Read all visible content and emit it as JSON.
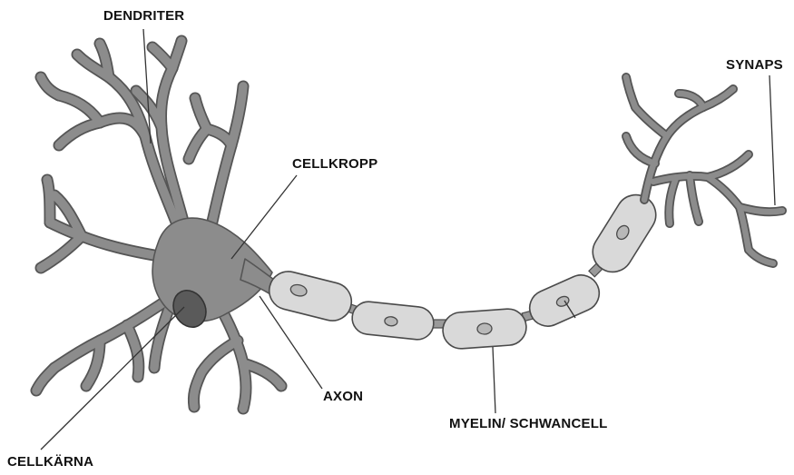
{
  "labels": {
    "dendriter": "DENDRITER",
    "cellkropp": "CELLKROPP",
    "synaps": "SYNAPS",
    "axon": "AXON",
    "myelin": "MYELIN/ SCHWANCELL",
    "cellkarna": "CELLKÄRNA"
  },
  "colors": {
    "neuron_fill": "#8c8c8c",
    "neuron_outline": "#555555",
    "myelin_fill": "#d9d9d9",
    "nucleus_fill": "#5a5a5a",
    "label_text": "#111111"
  }
}
